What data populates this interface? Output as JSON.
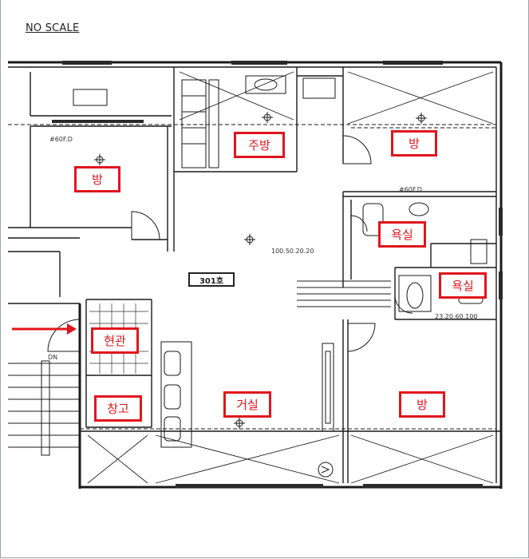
{
  "note": {
    "scale": "NO SCALE"
  },
  "unit": {
    "number": "301호"
  },
  "rooms": {
    "kitchen": "주방",
    "room_top_right": "방",
    "room_left": "방",
    "bath_1": "욕실",
    "bath_2": "욕실",
    "entrance": "현관",
    "living": "거실",
    "storage": "창고",
    "room_bottom_right": "방"
  },
  "plan_marks": {
    "stair_dn": "DN",
    "dimension": "100.50.20.20",
    "dimension_2": "23.20.60.100",
    "floor_drain_1": "#60F.D",
    "floor_drain_2": "#60F.D"
  },
  "colors": {
    "label_red": "#e0161d",
    "arrow_red": "#e0161d",
    "wall": "#1a1a1a"
  }
}
